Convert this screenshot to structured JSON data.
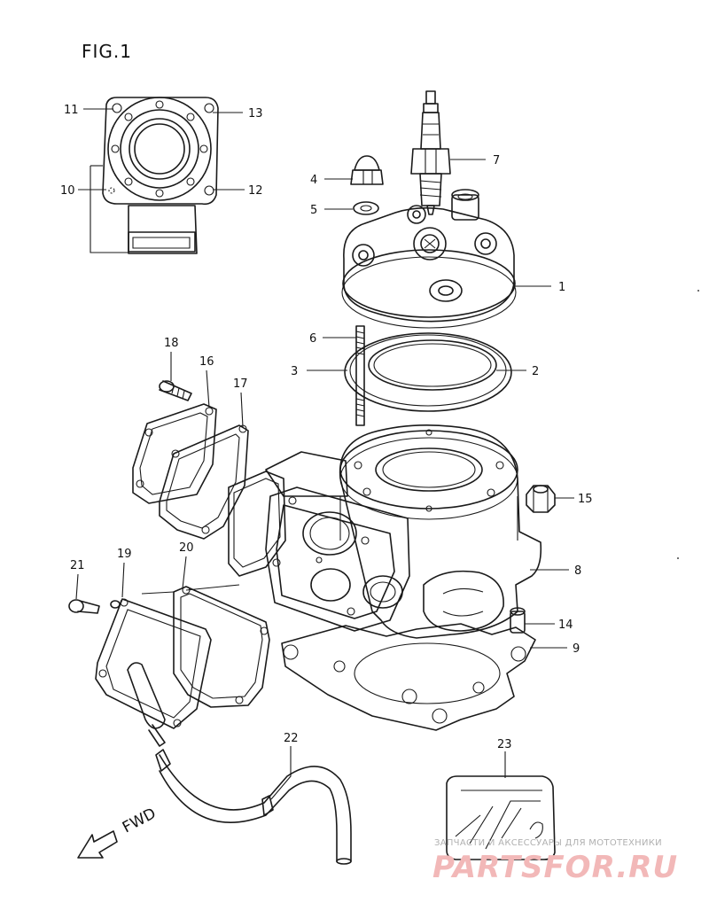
{
  "figure": {
    "title": "FIG.1"
  },
  "direction_label": "FWD",
  "callouts": {
    "c1": "1",
    "c2": "2",
    "c3": "3",
    "c4": "4",
    "c5": "5",
    "c6": "6",
    "c7": "7",
    "c8": "8",
    "c9": "9",
    "c10": "10",
    "c11": "11",
    "c12": "12",
    "c13": "13",
    "c14": "14",
    "c15": "15",
    "c16": "16",
    "c17": "17",
    "c18": "18",
    "c19": "19",
    "c20": "20",
    "c21": "21",
    "c22": "22",
    "c23": "23"
  },
  "watermark": {
    "tagline": "ЗАПЧАСТИ И АКСЕССУАРЫ ДЛЯ МОТОТЕХНИКИ",
    "brand": "PARTSFOR.RU"
  }
}
